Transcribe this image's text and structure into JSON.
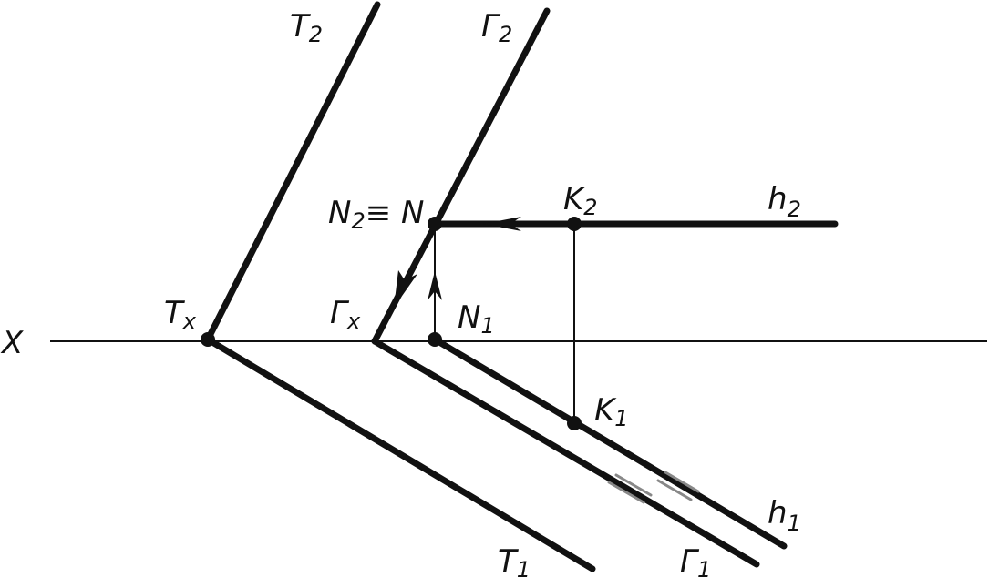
{
  "labels": {
    "x_axis": "X",
    "T2": "T",
    "T2_sub": "2",
    "G2": "Г",
    "G2_sub": "2",
    "N2N": "N",
    "N2N_sub": "2",
    "N2N_rest": "≡ N",
    "K2": "K",
    "K2_sub": "2",
    "h2": "h",
    "h2_sub": "2",
    "Tx": "T",
    "Tx_sub": "x",
    "Gx": "Г",
    "Gx_sub": "x",
    "N1": "N",
    "N1_sub": "1",
    "K1": "K",
    "K1_sub": "1",
    "h1": "h",
    "h1_sub": "1",
    "T1": "T",
    "T1_sub": "1",
    "G1": "Г",
    "G1_sub": "1"
  }
}
